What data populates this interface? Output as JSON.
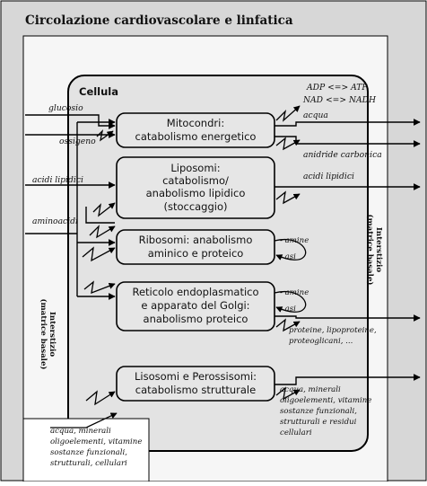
{
  "title": "Circolazione cardiovascolare e linfatica",
  "cell_label": "Cellula",
  "colors": {
    "outer_bg": "#d7d7d7",
    "interstitium_bg": "#f6f6f6",
    "cell_bg": "#e3e3e3",
    "box_fill": "#e6e6e6",
    "line": "#000000"
  },
  "organelles": {
    "mitocondri": [
      "Mitocondri:",
      "catabolismo energetico"
    ],
    "liposomi": [
      "Liposomi:",
      "catabolismo/",
      "anabolismo lipidico",
      "(stoccaggio)"
    ],
    "ribosomi": [
      "Ribosomi: anabolismo",
      "aminico e proteico"
    ],
    "reticolo": [
      "Reticolo endoplasmatico",
      "e apparato del Golgi:",
      "anabolismo proteico"
    ],
    "lisosomi": [
      "Lisosomi e Perossisomi:",
      "catabolismo strutturale"
    ]
  },
  "inputs": {
    "glucosio": "glucosio",
    "ossigeno": "ossigeno",
    "acidi_lipidici": "acidi lipidici",
    "aminoacidi": "aminoacidi"
  },
  "outputs": {
    "adp_atp": "ADP <=> ATP",
    "nad_nadh": "NAD <=> NADH",
    "acqua": "acqua",
    "anidride": "anidride carbonica",
    "acidi_lipidici": "acidi lipidici",
    "proteine": [
      "proteine, lipoproteine,",
      "proteoglicani, ..."
    ],
    "lisosomi_out": [
      "acqua, minerali",
      "oligoelementi, vitamine",
      "sostanze funzionali,",
      "strutturali e residui",
      "cellulari"
    ]
  },
  "amine_labels": {
    "rib_amine": "- amine",
    "rib_asi": "- asi",
    "ret_amine": "- amine",
    "ret_asi": "- asi"
  },
  "interstitium_left": [
    "Interstizio",
    "(matrice basale)"
  ],
  "interstitium_right": [
    "Interstizio",
    "(matrice basale)"
  ],
  "bottom_note": [
    "acqua, minerali",
    "oligoelementi, vitamine",
    "sostanze funzionali,",
    "strutturali, cellulari"
  ]
}
